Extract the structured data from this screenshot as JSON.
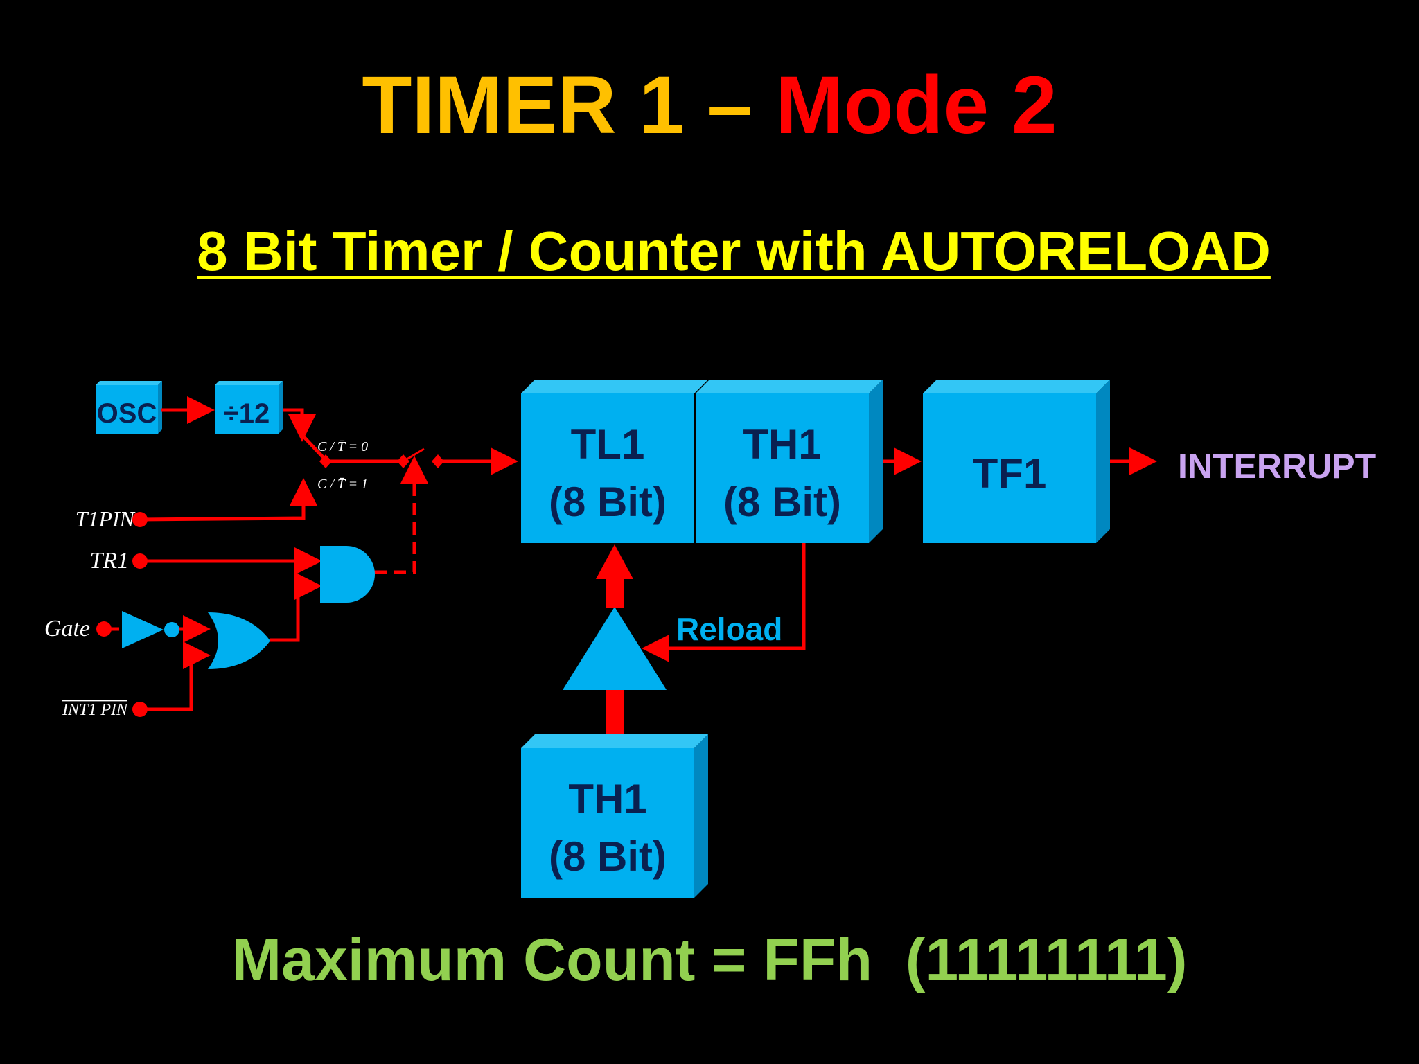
{
  "title": {
    "part1": "TIMER 1 – ",
    "part2": "Mode 2"
  },
  "subtitle": "8 Bit Timer / Counter with AUTORELOAD",
  "blocks": {
    "osc": "OSC",
    "div12": "÷12",
    "tl1": {
      "name": "TL1",
      "bits": "(8 Bit)"
    },
    "th1": {
      "name": "TH1",
      "bits": "(8 Bit)"
    },
    "tf1": "TF1",
    "th1_reload": {
      "name": "TH1",
      "bits": "(8 Bit)"
    }
  },
  "inputs": {
    "t1pin": "T1PIN",
    "tr1": "TR1",
    "gate": "Gate",
    "int1pin": "INT1 PIN"
  },
  "switch": {
    "ct0": "C / T̄ = 0",
    "ct1": "C / T̄ = 1"
  },
  "interrupt": "INTERRUPT",
  "reload": "Reload",
  "footer": "Maximum Count = FFh  (11111111)",
  "colors": {
    "title_orange": "#FFC000",
    "title_red": "#FF0000",
    "subtitle": "#FFFF00",
    "footer": "#92D050",
    "block": "#00B0F0",
    "block_side": "#0088C0",
    "wire": "#FF0000",
    "interrupt": "#C9A3F0",
    "reload": "#00B0F0"
  }
}
